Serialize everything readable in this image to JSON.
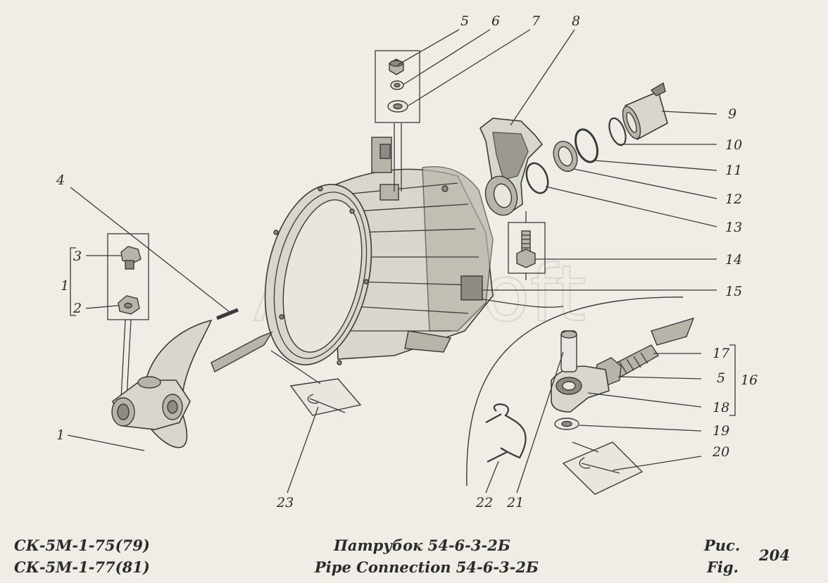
{
  "watermark": "AutoSoft",
  "callouts": {
    "c1a": "1",
    "c1b": "1",
    "c2": "2",
    "c3": "3",
    "c4": "4",
    "c5a": "5",
    "c5b": "5",
    "c6": "6",
    "c7": "7",
    "c8": "8",
    "c9": "9",
    "c10": "10",
    "c11": "11",
    "c12": "12",
    "c13": "13",
    "c14": "14",
    "c15": "15",
    "c16": "16",
    "c17": "17",
    "c18": "18",
    "c19": "19",
    "c20": "20",
    "c21": "21",
    "c22": "22",
    "c23": "23"
  },
  "footer": {
    "model_line1": "СК-5М-1-75(79)",
    "model_line2": "СК-5М-1-77(81)",
    "title_ru": "Патрубок 54-6-3-2Б",
    "title_en": "Pipe Connection 54-6-3-2Б",
    "fig_ru": "Рис.",
    "fig_en": "Fig.",
    "fig_number": "204"
  }
}
